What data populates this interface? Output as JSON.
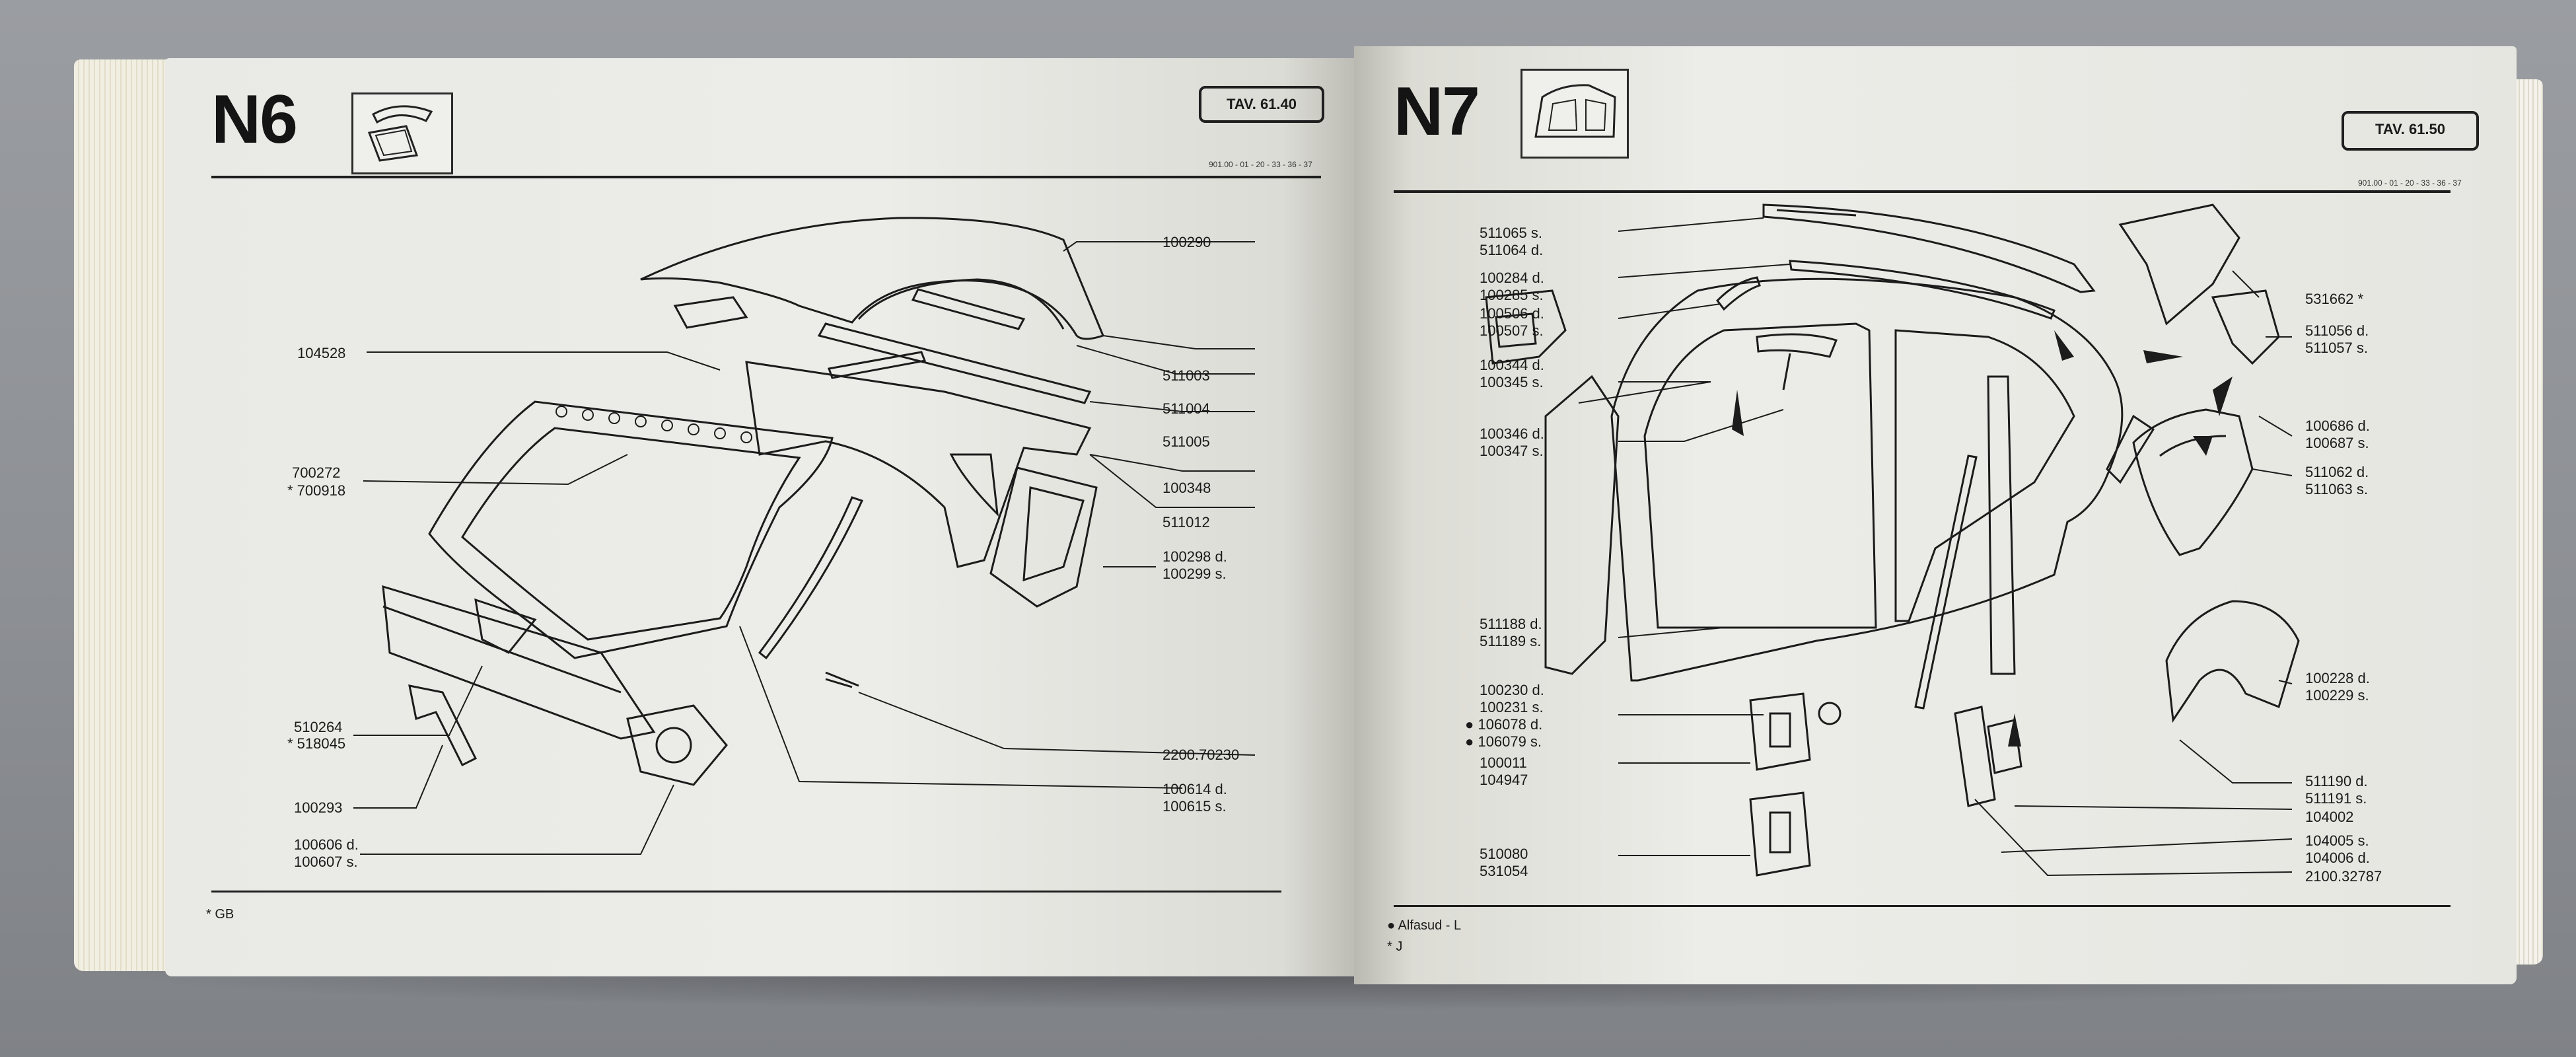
{
  "left_page": {
    "section": "N6",
    "tav": "TAV. 61.40",
    "ref_code": "901.00 - 01 - 20 - 33 - 36 - 37",
    "parts": [
      "100290",
      "104528",
      "511003",
      "511004",
      "511005",
      "100348",
      "700272",
      "* 700918",
      "511012",
      "100298 d.",
      "100299 s.",
      "2200.70230",
      "510264",
      "* 518045",
      "100293",
      "100614 d.",
      "100615 s.",
      "100606 d.",
      "100607 s."
    ],
    "footnote": "* GB"
  },
  "right_page": {
    "section": "N7",
    "tav": "TAV. 61.50",
    "ref_code": "901.00 - 01 - 20 - 33 - 36 - 37",
    "parts": [
      "511065 s.",
      "511064 d.",
      "100284 d.",
      "100285 s.",
      "100506 d.",
      "100507 s.",
      "100344 d.",
      "100345 s.",
      "100346 d.",
      "100347 s.",
      "511188 d.",
      "511189 s.",
      "100230 d.",
      "100231 s.",
      "● 106078 d.",
      "● 106079 s.",
      "100011",
      "104947",
      "510080",
      "531054",
      "531662 *",
      "511056 d.",
      "511057 s.",
      "100686 d.",
      "100687 s.",
      "511062 d.",
      "511063 s.",
      "100228 d.",
      "100229 s.",
      "511190 d.",
      "511191 s.",
      "104002",
      "104005 s.",
      "104006 d.",
      "2100.32787"
    ],
    "footnotes": [
      "● Alfasud - L",
      "* J"
    ]
  }
}
